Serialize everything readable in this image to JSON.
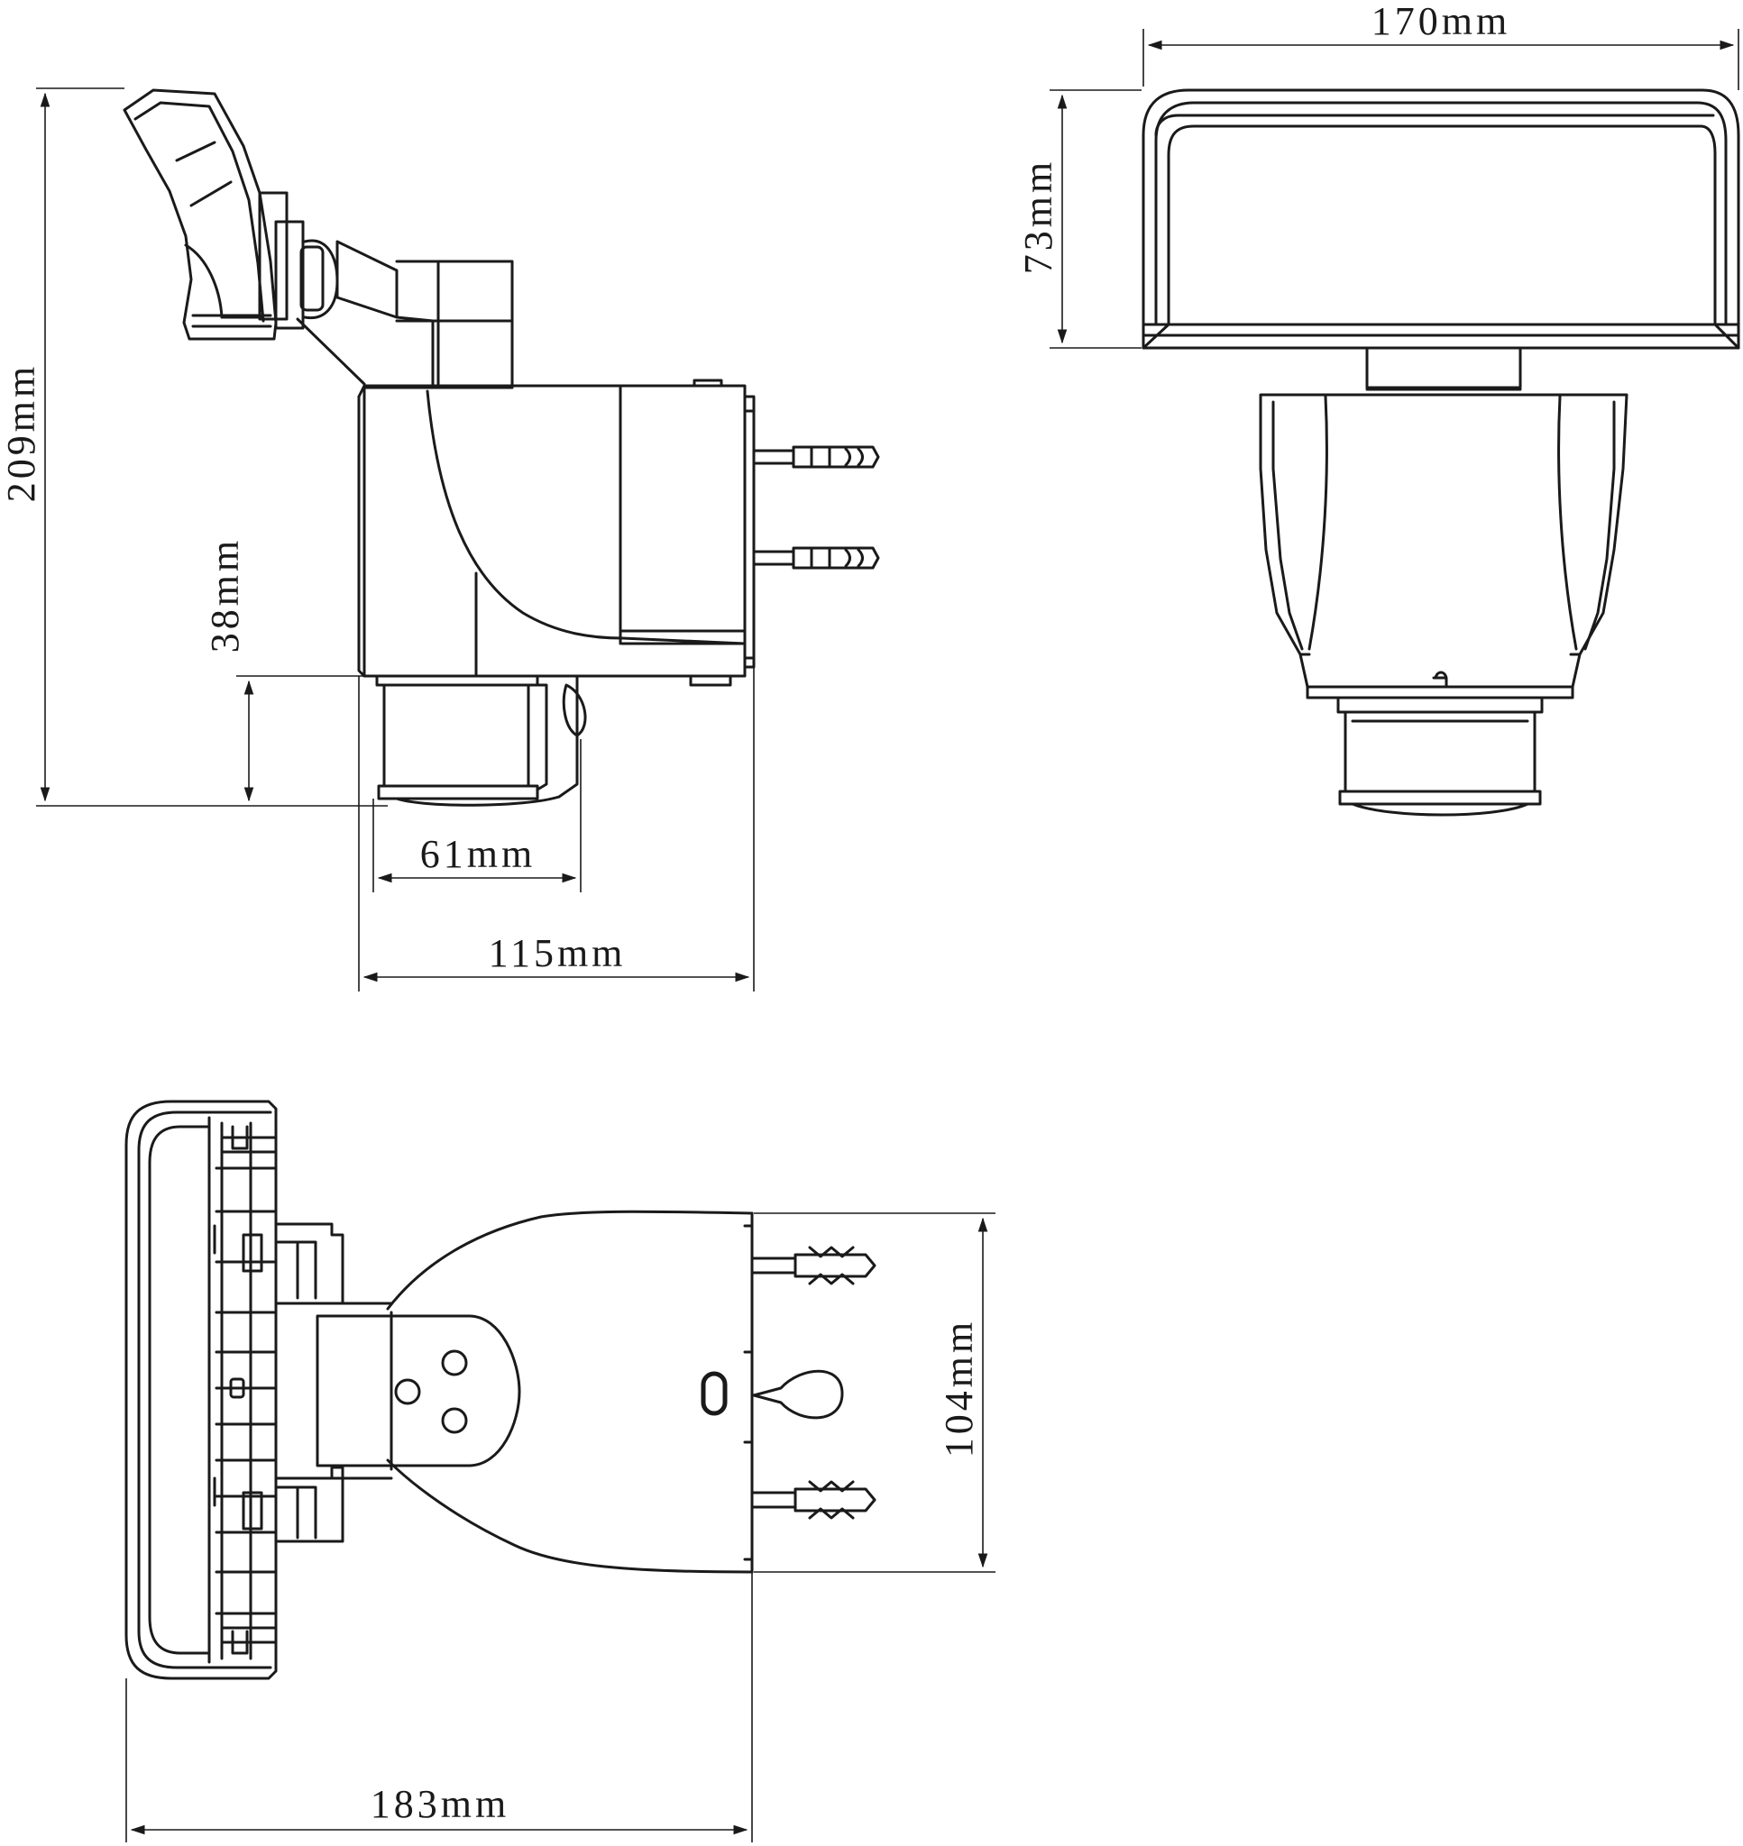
{
  "dimensions": {
    "side_height": "209mm",
    "sensor_drop": "38mm",
    "sensor_width": "61mm",
    "side_depth": "115mm",
    "front_width": "170mm",
    "front_height": "73mm",
    "top_height": "104mm",
    "top_length": "183mm"
  },
  "colors": {
    "line": "#1a1a1a",
    "background": "#ffffff"
  }
}
